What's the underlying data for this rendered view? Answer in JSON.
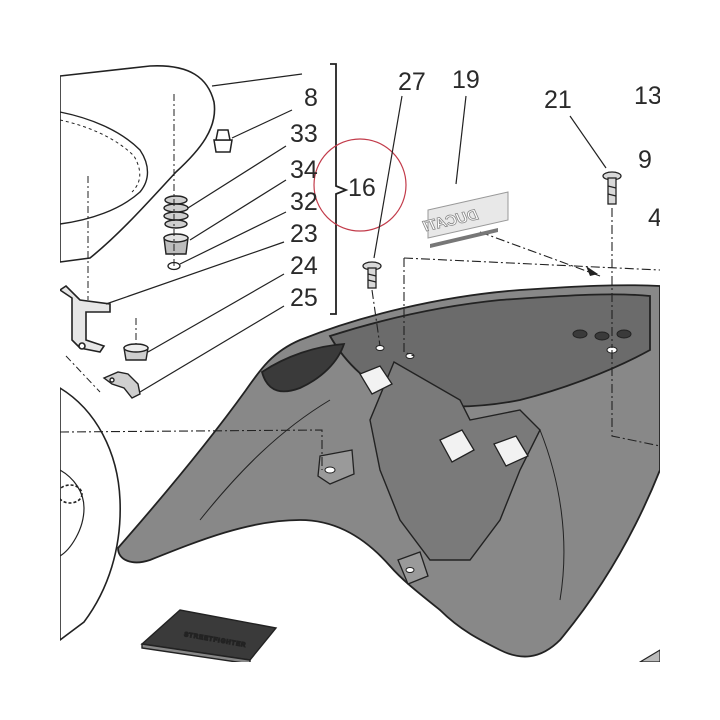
{
  "diagram": {
    "callouts": {
      "c8": "8",
      "c33": "33",
      "c34": "34",
      "c32": "32",
      "c23": "23",
      "c24": "24",
      "c25": "25",
      "c16": "16",
      "c27": "27",
      "c19": "19",
      "c21": "21",
      "c13": "13",
      "c9": "9",
      "c4": "4"
    },
    "decal_text": "DUCATI",
    "manual_text": "STREETFIGHTER",
    "colors": {
      "tail_fill": "#888888",
      "tail_shadow": "#6b6b6b",
      "line": "#222222",
      "highlight_circle": "#c23b4a",
      "background": "#ffffff"
    }
  }
}
